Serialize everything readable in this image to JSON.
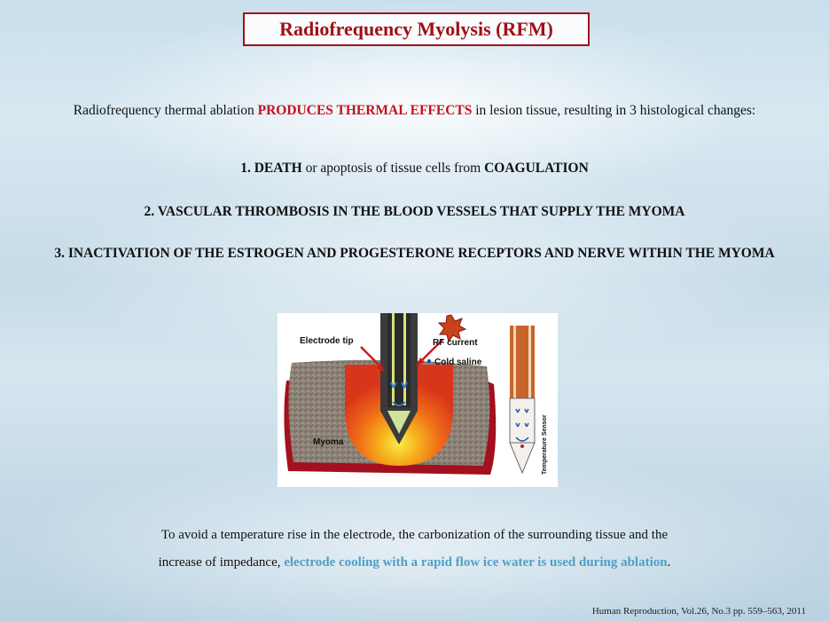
{
  "title": "Radiofrequency Myolysis (RFM)",
  "intro": {
    "before": "Radiofrequency thermal ablation ",
    "highlight": "PRODUCES THERMAL EFFECTS",
    "after": " in lesion tissue, resulting in 3 histological changes:"
  },
  "points": [
    {
      "p1": "1. DEATH",
      "p2": " or apoptosis of tissue cells from ",
      "p3": "COAGULATION"
    },
    {
      "text": "2. VASCULAR THROMBOSIS IN THE BLOOD VESSELS THAT SUPPLY THE MYOMA"
    },
    {
      "text": "3. INACTIVATION OF THE ESTROGEN AND PROGESTERONE RECEPTORS AND NERVE WITHIN THE MYOMA"
    }
  ],
  "figure": {
    "labels": {
      "electrode_tip": "Electrode tip",
      "rf_current": "RF current",
      "cold_saline": "Cold saline",
      "myoma": "Myoma",
      "temperature_sensor": "Temperature Sensor"
    },
    "colors": {
      "tissue_red": "#a3101e",
      "myoma_gray": "#8a7f73",
      "electrode_dark": "#3b3b3b",
      "probe_orange": "#c8642a"
    }
  },
  "note": {
    "line1": "To avoid a temperature rise in the electrode, the carbonization of the surrounding tissue and the",
    "line2_before": "increase of impedance, ",
    "line2_highlight": "electrode cooling with a rapid flow ice water is used during ablation",
    "line2_after": "."
  },
  "citation": "Human Reproduction, Vol.26, No.3 pp. 559–563, 2011",
  "accent_colors": {
    "title_red": "#a01018",
    "highlight_red": "#c1121c",
    "highlight_blue": "#4ea0c6"
  }
}
